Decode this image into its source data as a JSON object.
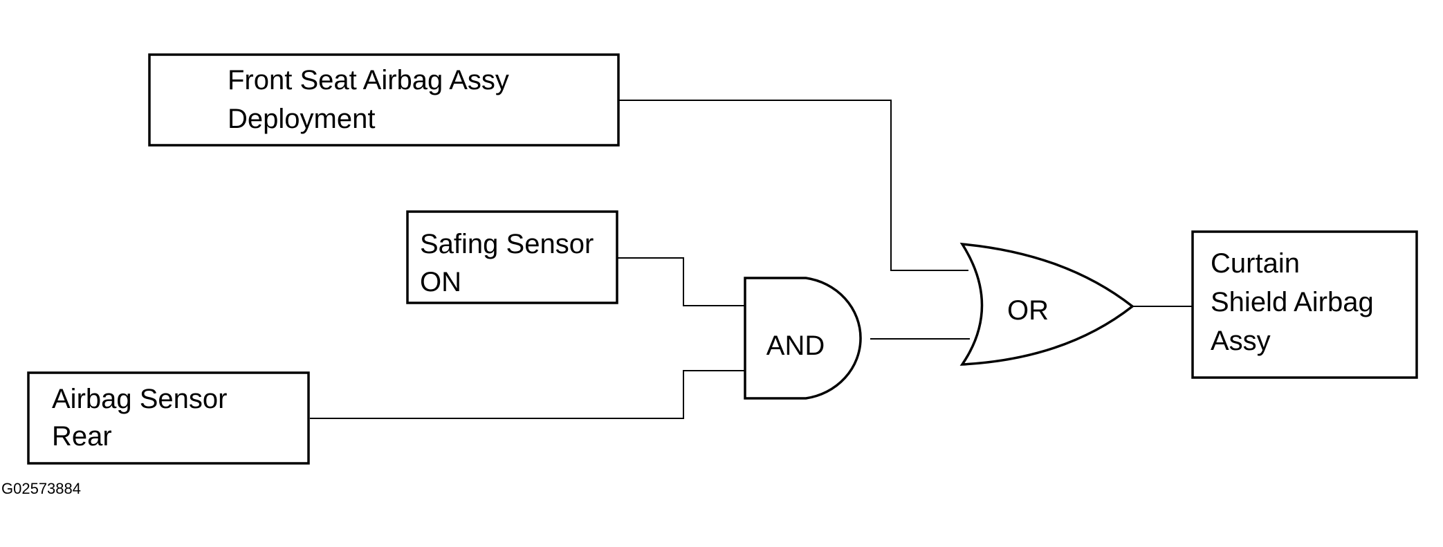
{
  "boxes": {
    "front_seat": {
      "lines": [
        "Front Seat Airbag Assy",
        "Deployment"
      ]
    },
    "safing": {
      "lines": [
        "Safing Sensor",
        "ON"
      ]
    },
    "airbag_rear": {
      "lines": [
        "Airbag Sensor",
        "Rear"
      ]
    },
    "curtain": {
      "lines": [
        "Curtain",
        "Shield Airbag",
        "Assy"
      ]
    }
  },
  "gates": {
    "and_gate": "AND",
    "or_gate": "OR"
  },
  "figure_id": "G02573884"
}
